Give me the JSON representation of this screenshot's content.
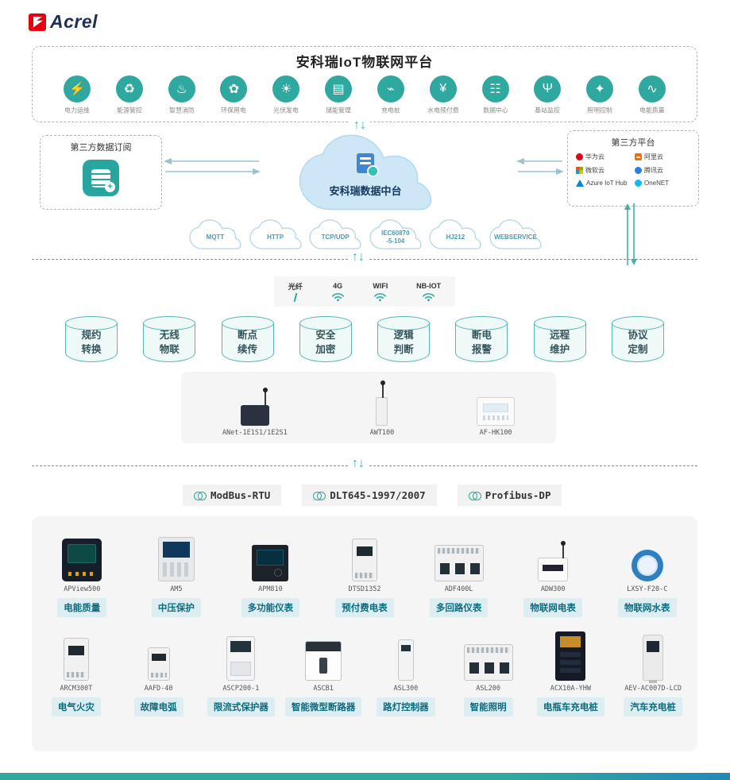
{
  "brand": {
    "name": "Acrel"
  },
  "icons": {
    "up_arrow": "↑",
    "down_arrow": "↓"
  },
  "platform": {
    "title": "安科瑞IoT物联网平台",
    "apps": [
      {
        "label": "电力运维",
        "glyph": "⚡"
      },
      {
        "label": "能源管控",
        "glyph": "♻"
      },
      {
        "label": "智慧消防",
        "glyph": "♨"
      },
      {
        "label": "环保用电",
        "glyph": "✿"
      },
      {
        "label": "光伏发电",
        "glyph": "☀"
      },
      {
        "label": "储能管理",
        "glyph": "▤"
      },
      {
        "label": "充电桩",
        "glyph": "⌁"
      },
      {
        "label": "水电预付费",
        "glyph": "¥"
      },
      {
        "label": "数据中心",
        "glyph": "☷"
      },
      {
        "label": "基站监控",
        "glyph": "Ψ"
      },
      {
        "label": "照明控制",
        "glyph": "✦"
      },
      {
        "label": "电能质量",
        "glyph": "∿"
      }
    ]
  },
  "middleware": {
    "left_box": {
      "title": "第三方数据订阅"
    },
    "center": {
      "label": "安科瑞数据中台"
    },
    "right_box": {
      "title": "第三方平台",
      "vendors": [
        {
          "name": "华为云"
        },
        {
          "name": "阿里云"
        },
        {
          "name": "微软云"
        },
        {
          "name": "腾讯云"
        },
        {
          "name": "Azure IoT Hub"
        },
        {
          "name": "OneNET"
        }
      ]
    },
    "protocol_clouds": [
      {
        "label": "MQTT"
      },
      {
        "label": "HTTP"
      },
      {
        "label": "TCP/UDP"
      },
      {
        "label": "IEC60870\n-5-104"
      },
      {
        "label": "HJ212"
      },
      {
        "label": "WEBSERVICE"
      }
    ]
  },
  "connectivity": [
    {
      "label": "光纤"
    },
    {
      "label": "4G"
    },
    {
      "label": "WIFI"
    },
    {
      "label": "NB-IOT"
    }
  ],
  "features": [
    {
      "label": "规约\n转换"
    },
    {
      "label": "无线\n物联"
    },
    {
      "label": "断点\n续传"
    },
    {
      "label": "安全\n加密"
    },
    {
      "label": "逻辑\n判断"
    },
    {
      "label": "断电\n报警"
    },
    {
      "label": "远程\n维护"
    },
    {
      "label": "协议\n定制"
    }
  ],
  "gateways": [
    {
      "model": "ANet-1E1S1/1E2S1"
    },
    {
      "model": "AWT100"
    },
    {
      "model": "AF-HK100"
    }
  ],
  "field_protocols": [
    {
      "label": "ModBus-RTU"
    },
    {
      "label": "DLT645-1997/2007"
    },
    {
      "label": "Profibus-DP"
    }
  ],
  "devices": {
    "row1": [
      {
        "model": "APView500",
        "label": "电能质量"
      },
      {
        "model": "AM5",
        "label": "中压保护"
      },
      {
        "model": "APM810",
        "label": "多功能仪表"
      },
      {
        "model": "DTSD1352",
        "label": "预付费电表"
      },
      {
        "model": "ADF400L",
        "label": "多回路仪表"
      },
      {
        "model": "ADW300",
        "label": "物联网电表"
      },
      {
        "model": "LXSY-F20-C",
        "label": "物联网水表"
      }
    ],
    "row2": [
      {
        "model": "ARCM300T",
        "label": "电气火灾"
      },
      {
        "model": "AAFD-40",
        "label": "故障电弧"
      },
      {
        "model": "ASCP200-1",
        "label": "限流式保护器"
      },
      {
        "model": "ASCB1",
        "label": "智能微型断路器"
      },
      {
        "model": "ASL300",
        "label": "路灯控制器"
      },
      {
        "model": "ASL200",
        "label": "智能照明"
      },
      {
        "model": "ACX10A-YHW",
        "label": "电瓶车充电桩"
      },
      {
        "model": "AEV-AC007D-LCD",
        "label": "汽车充电桩"
      }
    ]
  },
  "colors": {
    "accent": "#2fa89f",
    "brand_red": "#e60012",
    "chip_bg": "#ddeef3",
    "chip_text": "#0d6b7d"
  }
}
